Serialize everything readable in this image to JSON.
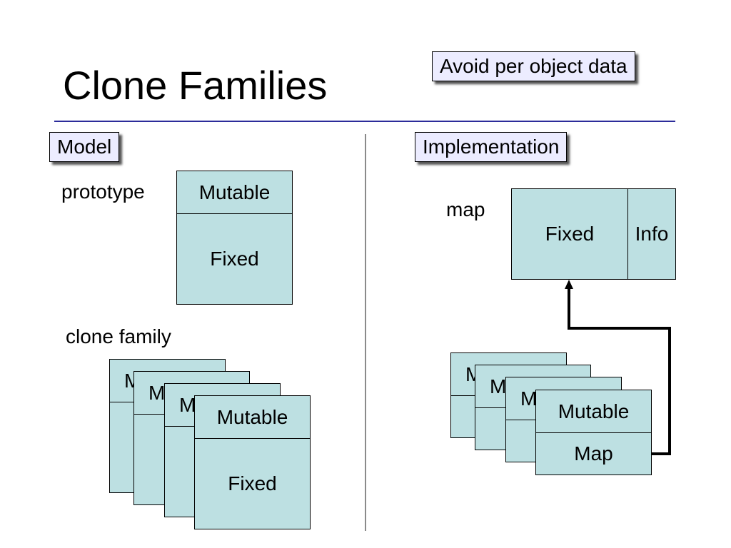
{
  "slide": {
    "title": "Clone Families",
    "note": "Avoid per object data"
  },
  "model": {
    "heading": "Model",
    "prototype_label": "prototype",
    "prototype": {
      "top": "Mutable",
      "bottom": "Fixed"
    },
    "clone_family_label": "clone family",
    "stack_peek": "M",
    "front": {
      "top": "Mutable",
      "bottom": "Fixed"
    }
  },
  "implementation": {
    "heading": "Implementation",
    "map_label": "map",
    "map": {
      "left": "Fixed",
      "right": "Info"
    },
    "stack_peek": "M",
    "front": {
      "top": "Mutable",
      "bottom": "Map"
    }
  },
  "colors": {
    "box_fill": "#bde0e2",
    "callout_fill": "#ececff",
    "rule": "#2b2b9a"
  }
}
